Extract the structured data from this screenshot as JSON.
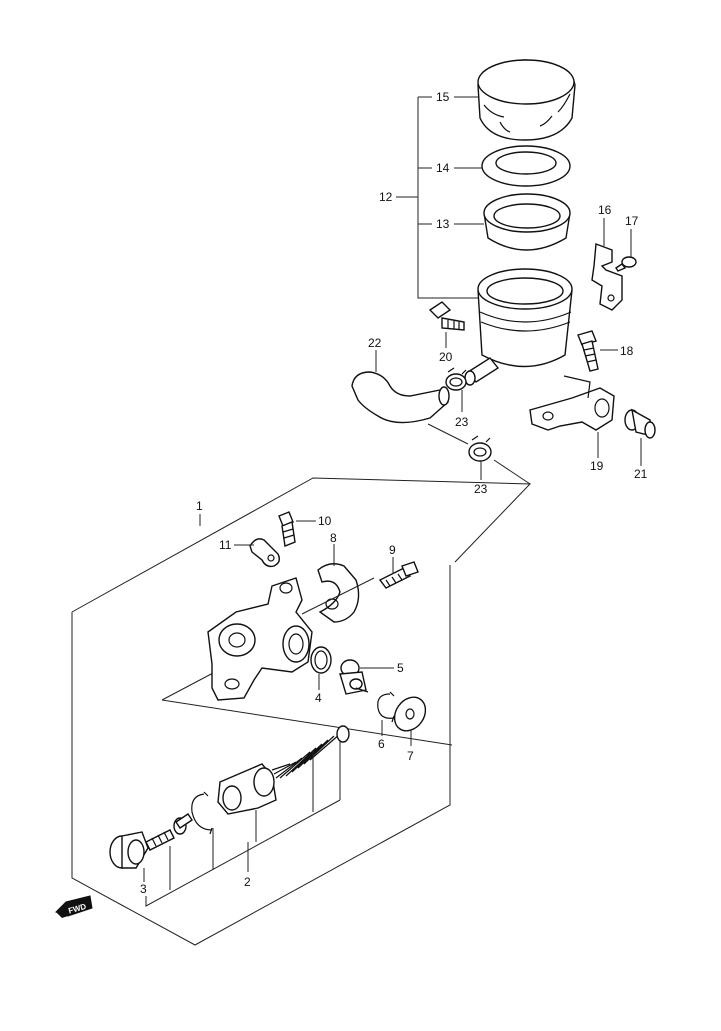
{
  "callouts": {
    "c1": "1",
    "c2": "2",
    "c3": "3",
    "c4": "4",
    "c5": "5",
    "c6": "6",
    "c7": "7",
    "c8": "8",
    "c9": "9",
    "c10": "10",
    "c11": "11",
    "c12": "12",
    "c13": "13",
    "c14": "14",
    "c15": "15",
    "c16": "16",
    "c17": "17",
    "c18": "18",
    "c19": "19",
    "c20": "20",
    "c21": "21",
    "c22": "22",
    "c23a": "23",
    "c23b": "23"
  },
  "direction_badge": "FWD"
}
